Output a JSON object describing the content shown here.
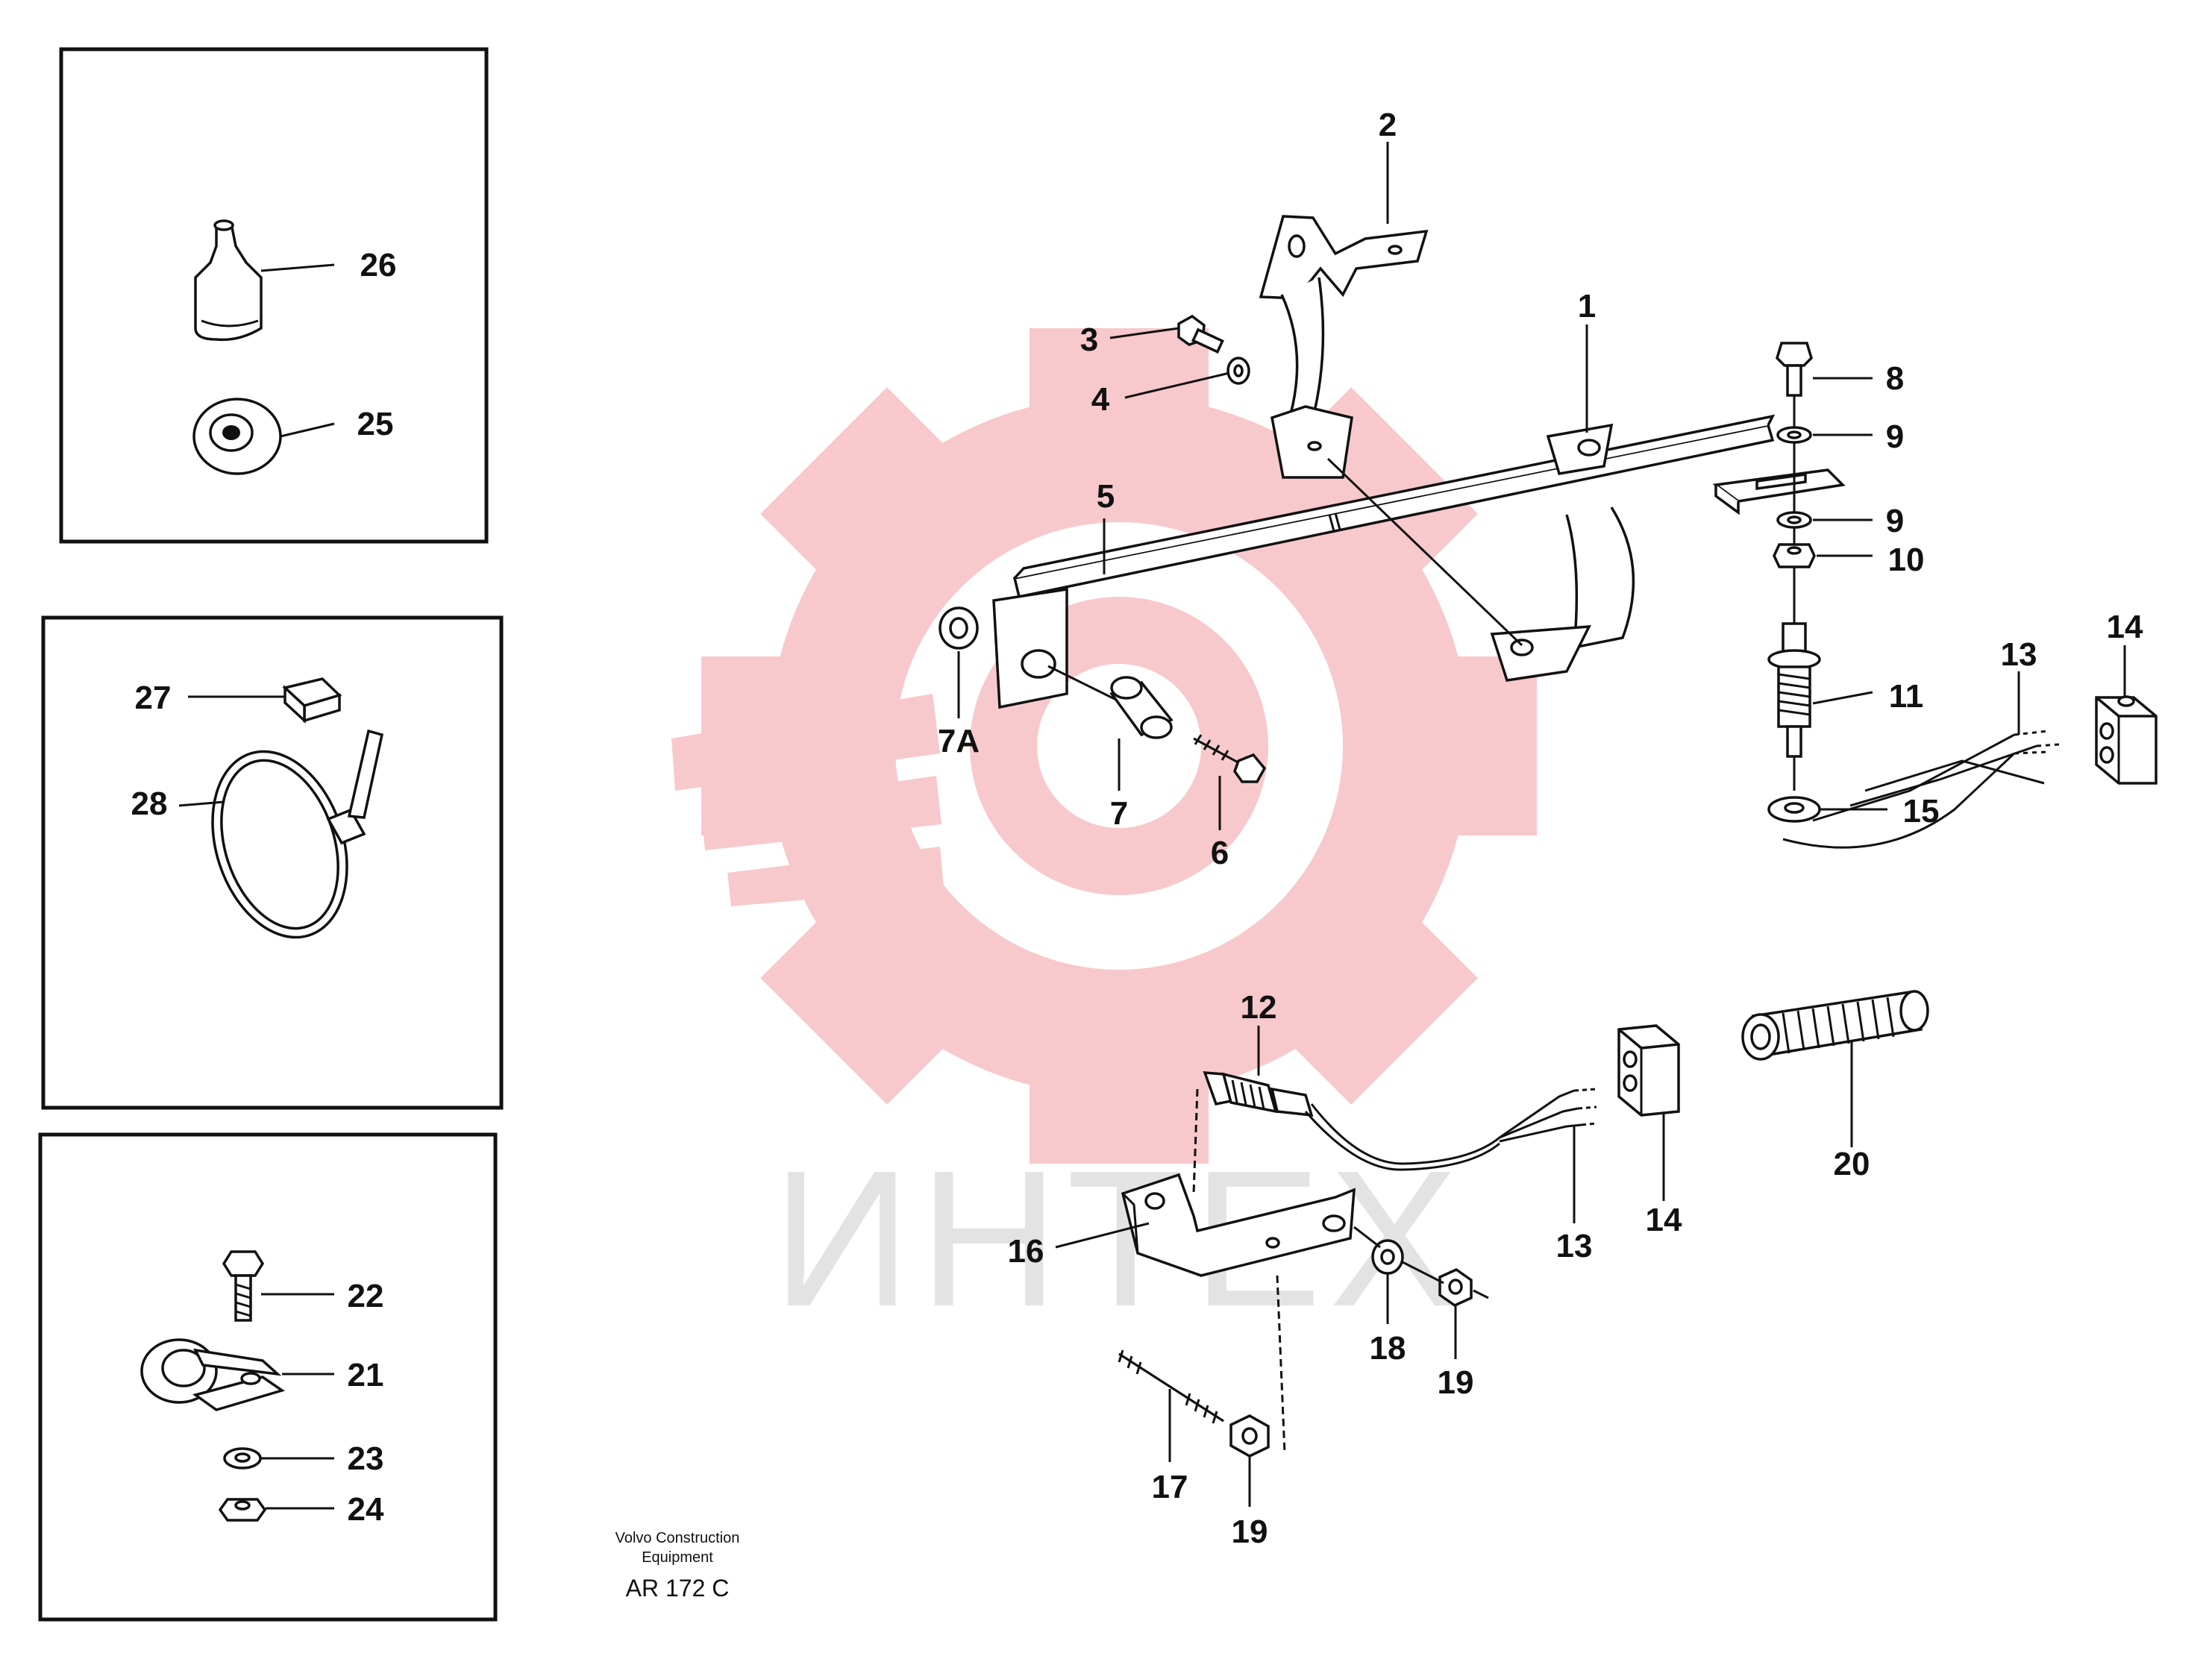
{
  "watermark": {
    "text": "ИНТЕХ",
    "gear_color": "#f7c9cc",
    "text_color": "#e3e3e3"
  },
  "callouts": [
    {
      "id": "c1",
      "text": "1"
    },
    {
      "id": "c2",
      "text": "2"
    },
    {
      "id": "c3",
      "text": "3"
    },
    {
      "id": "c4",
      "text": "4"
    },
    {
      "id": "c5",
      "text": "5"
    },
    {
      "id": "c6",
      "text": "6"
    },
    {
      "id": "c7",
      "text": "7"
    },
    {
      "id": "c7a",
      "text": "7A"
    },
    {
      "id": "c8",
      "text": "8"
    },
    {
      "id": "c9a",
      "text": "9"
    },
    {
      "id": "c9b",
      "text": "9"
    },
    {
      "id": "c10",
      "text": "10"
    },
    {
      "id": "c11",
      "text": "11"
    },
    {
      "id": "c12",
      "text": "12"
    },
    {
      "id": "c13a",
      "text": "13"
    },
    {
      "id": "c13b",
      "text": "13"
    },
    {
      "id": "c14a",
      "text": "14"
    },
    {
      "id": "c14b",
      "text": "14"
    },
    {
      "id": "c15",
      "text": "15"
    },
    {
      "id": "c16",
      "text": "16"
    },
    {
      "id": "c17",
      "text": "17"
    },
    {
      "id": "c18",
      "text": "18"
    },
    {
      "id": "c19a",
      "text": "19"
    },
    {
      "id": "c19b",
      "text": "19"
    },
    {
      "id": "c20",
      "text": "20"
    },
    {
      "id": "c21",
      "text": "21"
    },
    {
      "id": "c22",
      "text": "22"
    },
    {
      "id": "c23",
      "text": "23"
    },
    {
      "id": "c24",
      "text": "24"
    },
    {
      "id": "c25",
      "text": "25"
    },
    {
      "id": "c26",
      "text": "26"
    },
    {
      "id": "c27",
      "text": "27"
    },
    {
      "id": "c28",
      "text": "28"
    }
  ],
  "footer": {
    "line1": "Volvo Construction",
    "line2": "Equipment",
    "code": "AR 172 C"
  }
}
